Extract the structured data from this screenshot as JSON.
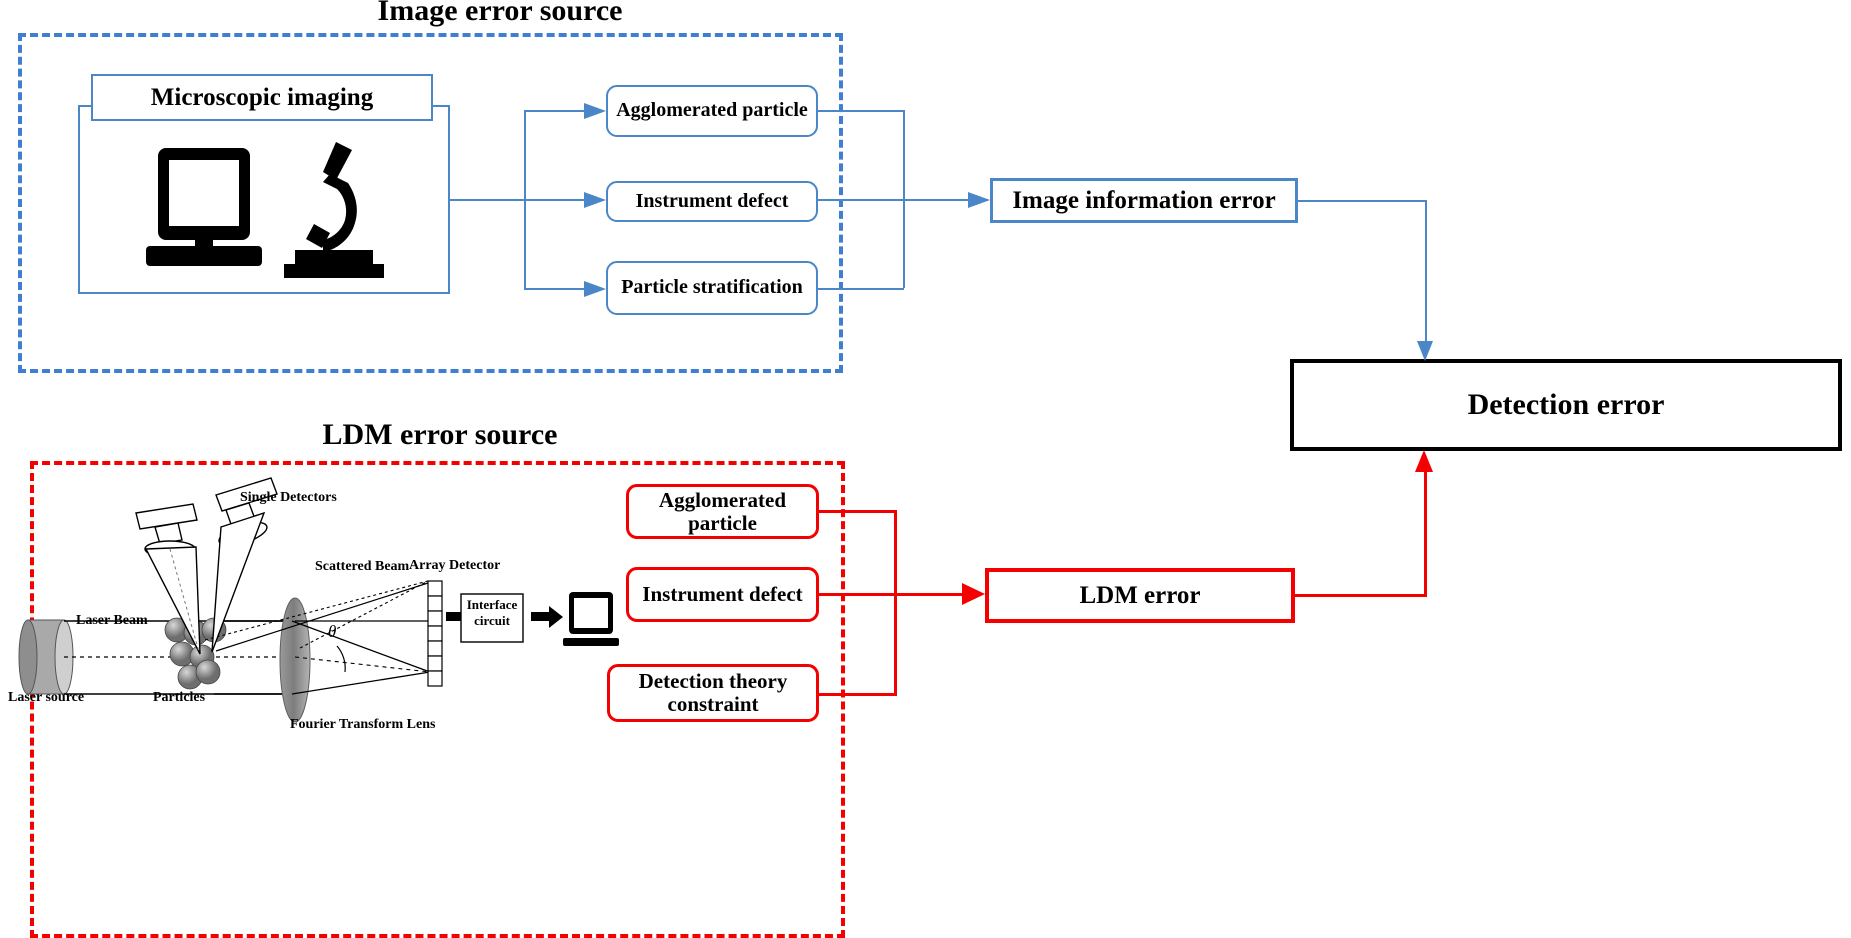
{
  "diagram": {
    "title_image_section": "Image error source",
    "title_ldm_section": "LDM error source"
  },
  "image_section": {
    "source_box": {
      "label": "Microscopic imaging",
      "icons": [
        "laptop-icon",
        "microscope-icon"
      ]
    },
    "factors": [
      {
        "label": "Agglomerated particle"
      },
      {
        "label": "Instrument defect"
      },
      {
        "label": "Particle stratification"
      }
    ],
    "aggregate_box": {
      "label": "Image information error"
    }
  },
  "ldm_section": {
    "optics": {
      "labels": {
        "single_detectors": "Single Detectors",
        "scattered_beam": "Scattered Beam",
        "array_detector": "Array Detector",
        "laser_beam": "Laser Beam",
        "laser_source": "Laser source",
        "particles": "Particles",
        "fourier_lens": "Fourier Transform Lens",
        "interface_circuit": "Interface circuit",
        "angle_symbol": "θ"
      }
    },
    "factors": [
      {
        "label": "Agglomerated particle"
      },
      {
        "label": "Instrument defect"
      },
      {
        "label": "Detection theory constraint"
      }
    ],
    "aggregate_box": {
      "label": "LDM error"
    }
  },
  "output": {
    "final_box": {
      "label": "Detection error"
    }
  },
  "colors": {
    "blue": "#4a86c8",
    "blue_dash": "#3f7fd1",
    "red": "#f40000",
    "black": "#000000",
    "white": "#ffffff"
  }
}
